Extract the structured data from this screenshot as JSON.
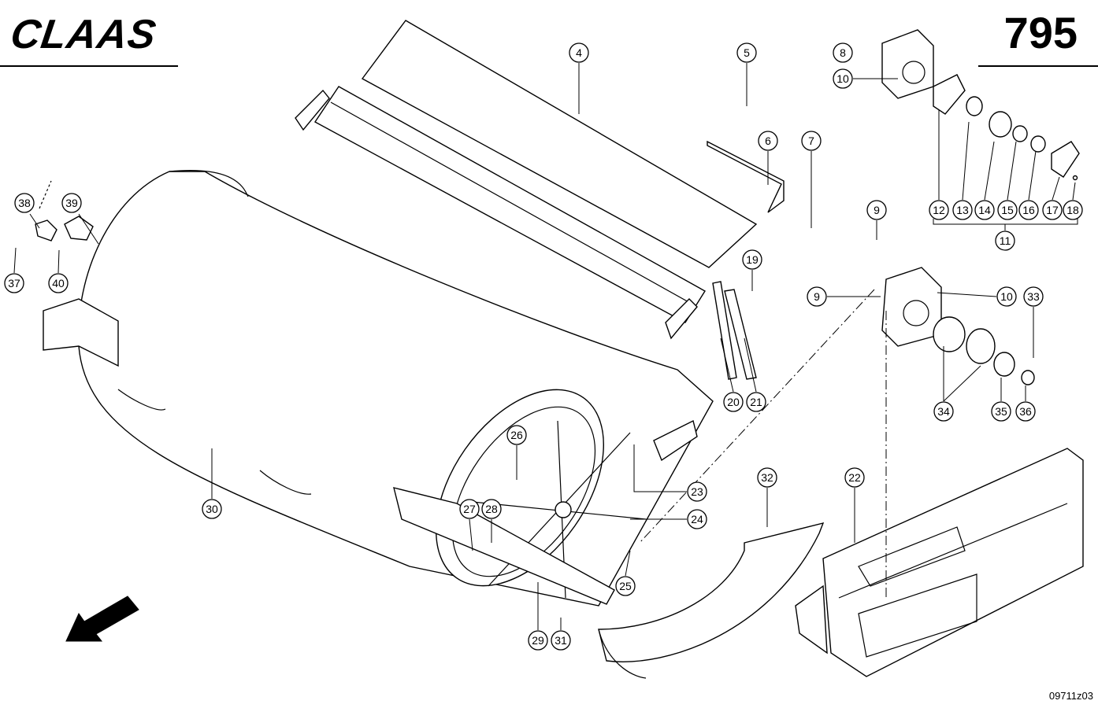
{
  "header": {
    "brand": "CLAAS",
    "page_number": "795"
  },
  "footer": {
    "drawing_code": "09711z03"
  },
  "callouts": [
    {
      "id": "c1",
      "label": "4"
    },
    {
      "id": "c2",
      "label": "5"
    },
    {
      "id": "c3",
      "label": "6"
    },
    {
      "id": "c4",
      "label": "7"
    },
    {
      "id": "c5",
      "label": "8"
    },
    {
      "id": "c6",
      "label": "10"
    },
    {
      "id": "c7",
      "label": "12"
    },
    {
      "id": "c8",
      "label": "13"
    },
    {
      "id": "c9",
      "label": "14"
    },
    {
      "id": "c10",
      "label": "15"
    },
    {
      "id": "c11",
      "label": "16"
    },
    {
      "id": "c12",
      "label": "17"
    },
    {
      "id": "c13",
      "label": "18"
    },
    {
      "id": "c14",
      "label": "11"
    },
    {
      "id": "c15",
      "label": "9"
    },
    {
      "id": "c16",
      "label": "9"
    },
    {
      "id": "c17",
      "label": "10"
    },
    {
      "id": "c18",
      "label": "33"
    },
    {
      "id": "c19",
      "label": "34"
    },
    {
      "id": "c20",
      "label": "35"
    },
    {
      "id": "c21",
      "label": "36"
    },
    {
      "id": "c22",
      "label": "19"
    },
    {
      "id": "c23",
      "label": "20"
    },
    {
      "id": "c24",
      "label": "21"
    },
    {
      "id": "c25",
      "label": "38"
    },
    {
      "id": "c26",
      "label": "39"
    },
    {
      "id": "c27",
      "label": "37"
    },
    {
      "id": "c28",
      "label": "40"
    },
    {
      "id": "c29",
      "label": "26"
    },
    {
      "id": "c30",
      "label": "27"
    },
    {
      "id": "c31",
      "label": "28"
    },
    {
      "id": "c32",
      "label": "23"
    },
    {
      "id": "c33",
      "label": "24"
    },
    {
      "id": "c34",
      "label": "25"
    },
    {
      "id": "c35",
      "label": "30"
    },
    {
      "id": "c36",
      "label": "29"
    },
    {
      "id": "c37",
      "label": "31"
    },
    {
      "id": "c38",
      "label": "32"
    },
    {
      "id": "c39",
      "label": "22"
    }
  ]
}
